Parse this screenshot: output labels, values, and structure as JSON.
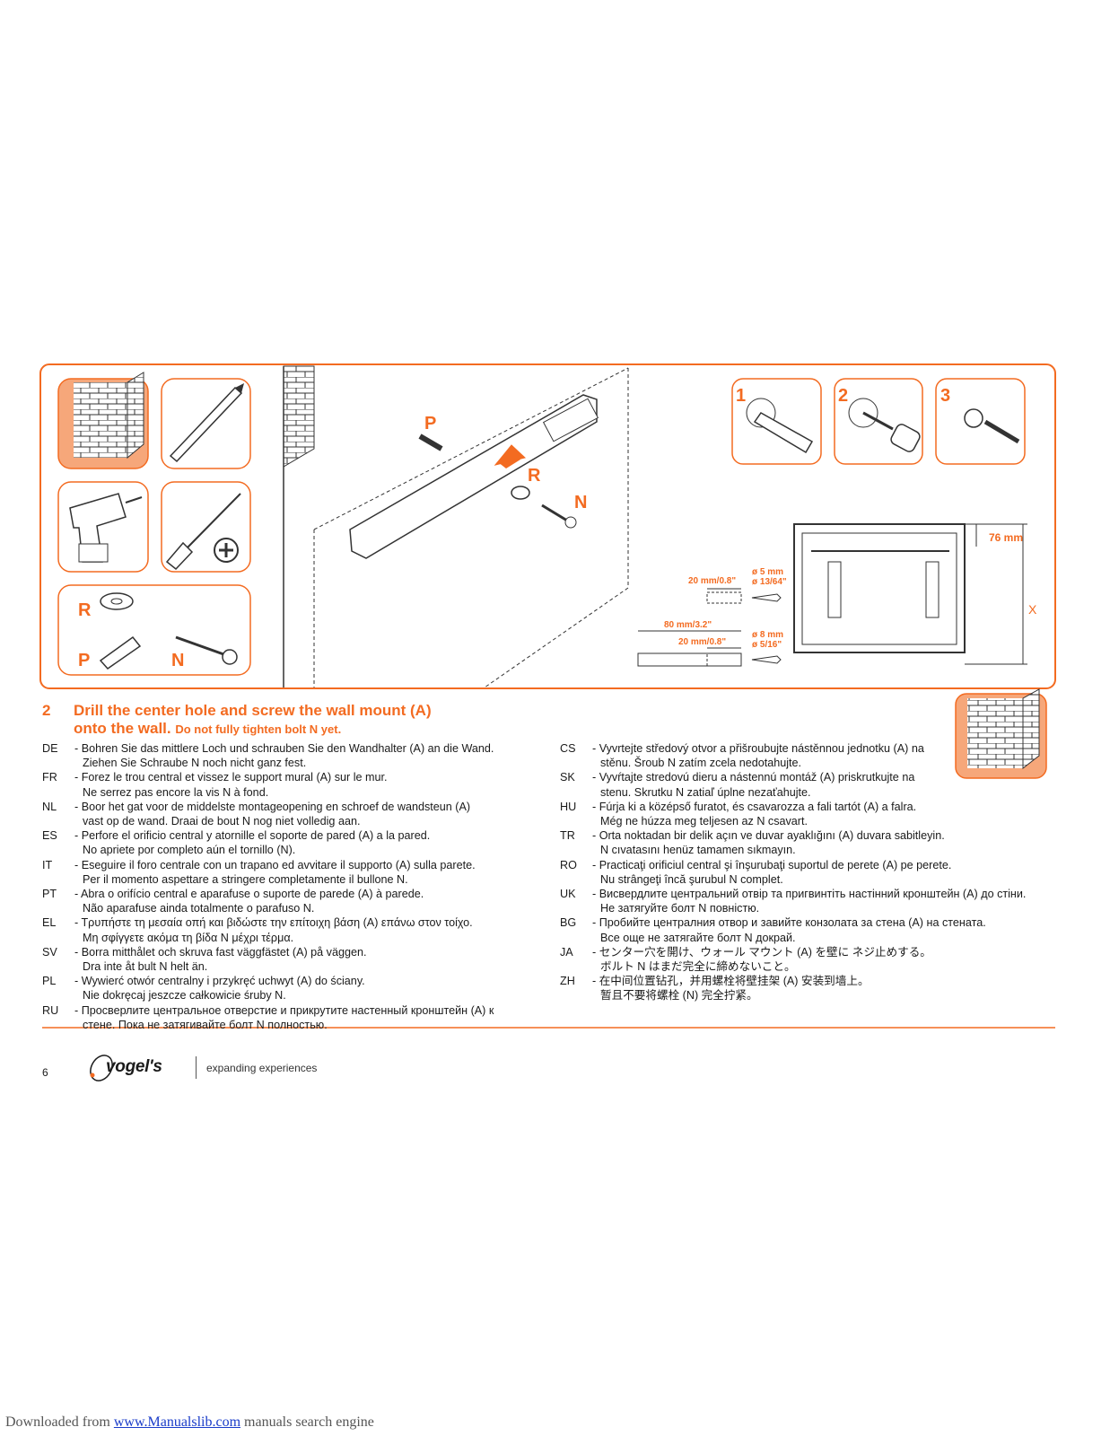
{
  "step": {
    "number": "2",
    "title_line1": "Drill the center hole and screw the wall mount (A)",
    "title_line2": "onto the wall.",
    "title_note": "Do not fully tighten bolt N yet."
  },
  "illustration": {
    "parts": [
      "P",
      "R",
      "N"
    ],
    "steps": [
      "1",
      "2",
      "3"
    ],
    "dimensions": {
      "top_gap": "76 mm",
      "height_var": "X",
      "small_depth": "20 mm/0.8\"",
      "small_diam_mm": "ø 5 mm",
      "small_diam_in": "ø 13/64\"",
      "large_depth": "80 mm/3.2\"",
      "large_sub_depth": "20 mm/0.8\"",
      "large_diam_mm": "ø 8 mm",
      "large_diam_in": "ø 5/16\""
    },
    "colors": {
      "accent": "#f36b21",
      "brick_fill": "#f6a77a",
      "line": "#333333"
    }
  },
  "instructions_left": [
    {
      "code": "DE",
      "lines": [
        "- Bohren Sie das mittlere Loch und schrauben Sie den Wandhalter (A) an die Wand.",
        "Ziehen Sie Schraube N noch nicht ganz fest."
      ]
    },
    {
      "code": "FR",
      "lines": [
        "- Forez le trou central et vissez le support mural (A) sur le mur.",
        "Ne serrez pas encore la vis N à fond."
      ]
    },
    {
      "code": "NL",
      "lines": [
        "- Boor het gat voor de middelste montageopening en schroef de wandsteun (A)",
        "vast op de wand. Draai de bout N nog niet volledig aan."
      ]
    },
    {
      "code": "ES",
      "lines": [
        "- Perfore el orificio central y atornille el soporte de pared (A) a la pared.",
        "No apriete por completo aún el tornillo (N)."
      ]
    },
    {
      "code": "IT",
      "lines": [
        "- Eseguire il foro centrale con un trapano ed avvitare il supporto (A) sulla parete.",
        "Per il momento aspettare a stringere completamente il bullone N."
      ]
    },
    {
      "code": "PT",
      "lines": [
        "- Abra o orifício central e aparafuse o suporte de parede (A) à parede.",
        "Não aparafuse ainda totalmente o parafuso N."
      ]
    },
    {
      "code": "EL",
      "lines": [
        "- Τρυπήστε τη μεσαία οπή και βιδώστε την επίτοιχη βάση (A) επάνω στον τοίχο.",
        "Μη σφίγγετε ακόμα τη βίδα N μέχρι τέρμα."
      ]
    },
    {
      "code": "SV",
      "lines": [
        "- Borra mitthålet och skruva fast väggfästet (A) på väggen.",
        "Dra inte åt bult N helt än."
      ]
    },
    {
      "code": "PL",
      "lines": [
        "- Wywierć otwór centralny i przykręć uchwyt (A) do ściany.",
        "Nie dokręcaj jeszcze całkowicie śruby N."
      ]
    },
    {
      "code": "RU",
      "lines": [
        "- Просверлите центральное отверстие и прикрутите настенный кронштейн (A) к",
        "стене. Пока не затягивайте болт N полностью."
      ]
    }
  ],
  "instructions_right": [
    {
      "code": "CS",
      "lines": [
        "- Vyvrtejte středový otvor a přišroubujte nástěnnou jednotku (A) na",
        "stěnu. Šroub N zatím zcela nedotahujte."
      ]
    },
    {
      "code": "SK",
      "lines": [
        "- Vyvŕtajte stredovú dieru a nástennú montáž (A) priskrutkujte na",
        "stenu. Skrutku N zatiaľ úplne nezaťahujte."
      ]
    },
    {
      "code": "HU",
      "lines": [
        "- Fúrja ki a középső furatot, és csavarozza a fali tartót (A) a falra.",
        "Még ne húzza meg teljesen az N csavart."
      ]
    },
    {
      "code": "TR",
      "lines": [
        "- Orta noktadan bir delik açın ve duvar ayaklığını (A) duvara sabitleyin.",
        "N cıvatasını henüz tamamen sıkmayın."
      ]
    },
    {
      "code": "RO",
      "lines": [
        "- Practicaţi orificiul central şi înşurubaţi suportul de perete (A) pe perete.",
        "Nu strângeţi încă şurubul N complet."
      ]
    },
    {
      "code": "UK",
      "lines": [
        "- Висвердлите центральний отвір та пригвинтіть настінний кронштейн (A) до стіни.",
        "Не затягуйте болт N повністю."
      ]
    },
    {
      "code": "BG",
      "lines": [
        "- Пробийте централния отвор и завийте конзолата за стена (A) на стената.",
        "Все още не затягайте болт N докрай."
      ]
    },
    {
      "code": "JA",
      "lines": [
        "- センター穴を開け、ウォール マウント (A) を壁に ネジ止めする。",
        "ボルト N はまだ完全に締めないこと。"
      ]
    },
    {
      "code": "ZH",
      "lines": [
        "- 在中间位置钻孔，并用螺栓将壁挂架 (A) 安装到墙上。",
        "暂且不要将螺栓 (N) 完全拧紧。"
      ]
    }
  ],
  "footer": {
    "page_number": "6",
    "brand": "vogel's",
    "tagline": "expanding experiences",
    "download_prefix": "Downloaded from ",
    "download_link": "www.Manualslib.com",
    "download_suffix": " manuals search engine"
  }
}
